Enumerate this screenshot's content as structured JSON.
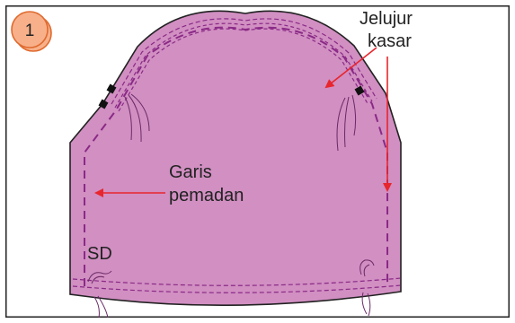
{
  "step": {
    "number": "1"
  },
  "labels": {
    "jelujur_line1": "Jelujur",
    "jelujur_line2": "kasar",
    "garis_line1": "Garis",
    "garis_line2": "pemadan",
    "sd": "SD"
  },
  "colors": {
    "fabric_fill": "#d18fc2",
    "seam_line": "#8a2a86",
    "arrow": "#e8262d",
    "step_badge_fill": "#f7b08a",
    "step_badge_stroke": "#e06a2e",
    "border": "#222222"
  }
}
